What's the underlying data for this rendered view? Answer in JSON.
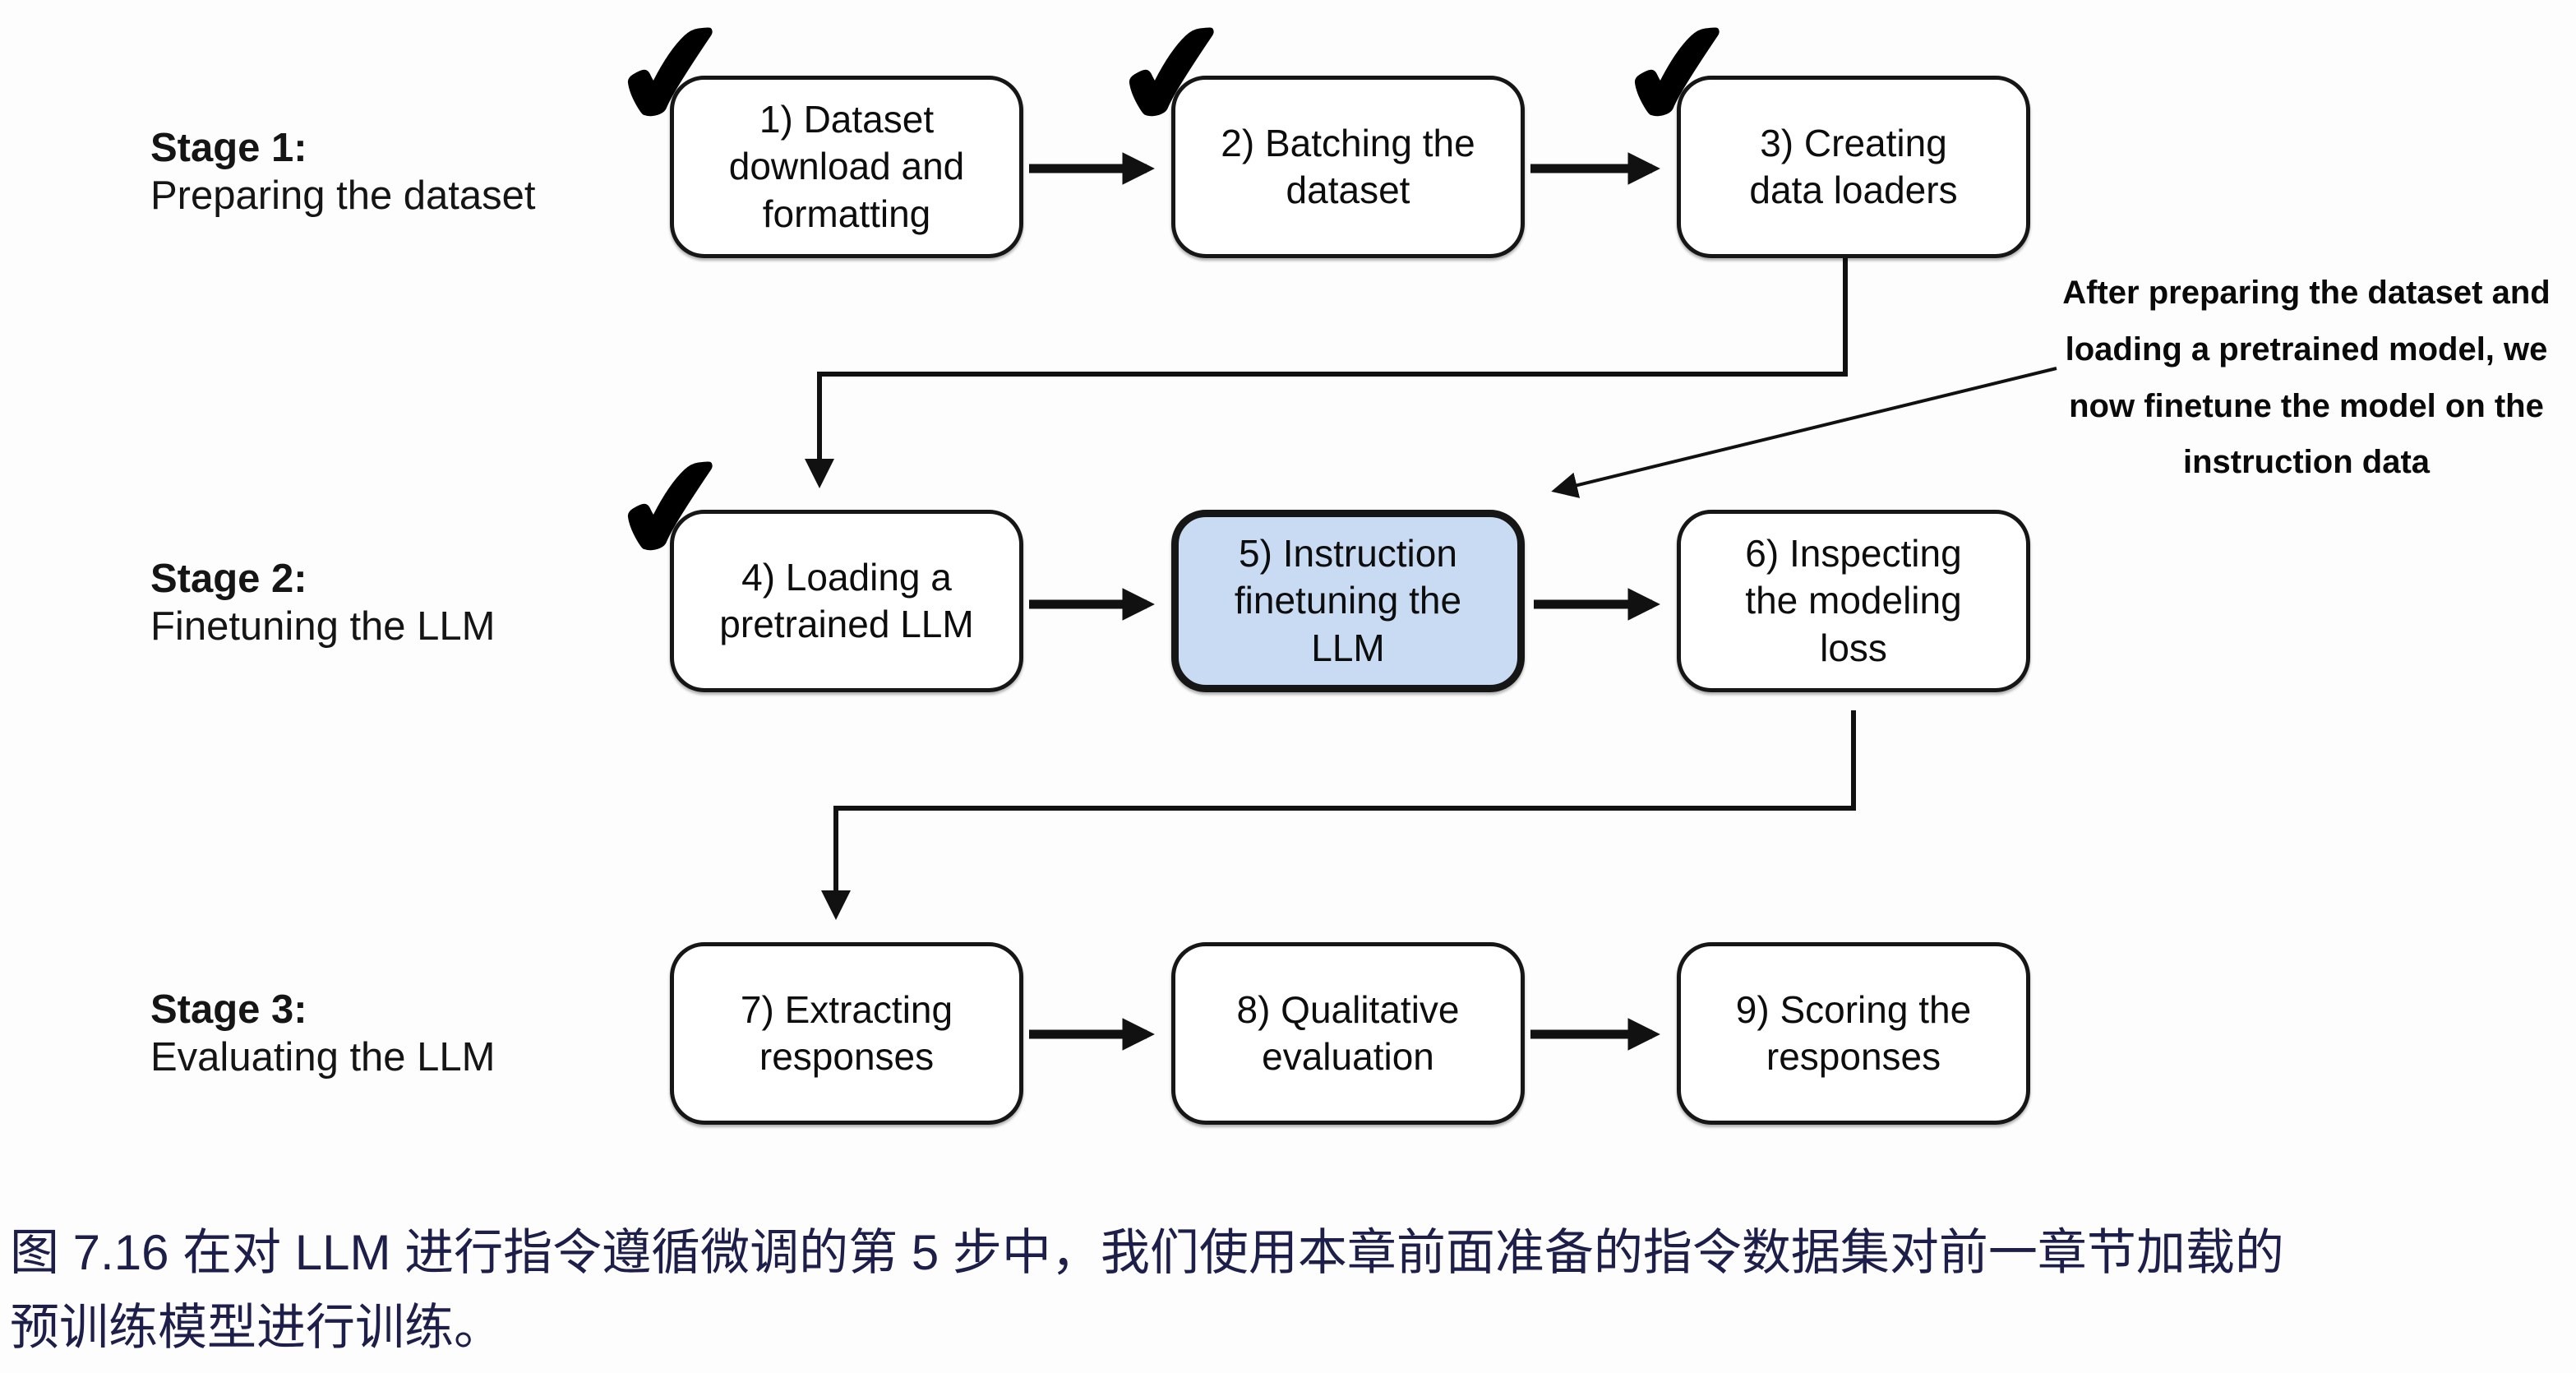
{
  "diagram": {
    "stages": [
      {
        "title": "Stage 1:",
        "subtitle": "Preparing the dataset"
      },
      {
        "title": "Stage 2:",
        "subtitle": "Finetuning the LLM"
      },
      {
        "title": "Stage 3:",
        "subtitle": "Evaluating the LLM"
      }
    ],
    "boxes": [
      {
        "label": "1) Dataset\ndownload and\nformatting",
        "checked": true,
        "highlighted": false
      },
      {
        "label": "2) Batching the\ndataset",
        "checked": true,
        "highlighted": false
      },
      {
        "label": "3) Creating\ndata loaders",
        "checked": true,
        "highlighted": false
      },
      {
        "label": "4) Loading a\npretrained LLM",
        "checked": true,
        "highlighted": false
      },
      {
        "label": "5) Instruction\nfinetuning the\nLLM",
        "checked": false,
        "highlighted": true
      },
      {
        "label": "6) Inspecting\nthe modeling\nloss",
        "checked": false,
        "highlighted": false
      },
      {
        "label": "7) Extracting\nresponses",
        "checked": false,
        "highlighted": false
      },
      {
        "label": "8) Qualitative\nevaluation",
        "checked": false,
        "highlighted": false
      },
      {
        "label": "9) Scoring the\nresponses",
        "checked": false,
        "highlighted": false
      }
    ],
    "annotation": "After preparing the dataset and\nloading a pretrained model, we\nnow finetune the model on the\ninstruction data",
    "icons": {
      "checkmark": "✔"
    },
    "colors": {
      "highlight_fill": "#c8dbf3",
      "box_border": "#161616",
      "line_color": "#111111",
      "caption_text": "#1e1e4a"
    }
  },
  "caption": {
    "text": "图 7.16 在对 LLM 进行指令遵循微调的第 5 步中，我们使用本章前面准备的指令数据集对前一章节加载的\n预训练模型进行训练。"
  }
}
